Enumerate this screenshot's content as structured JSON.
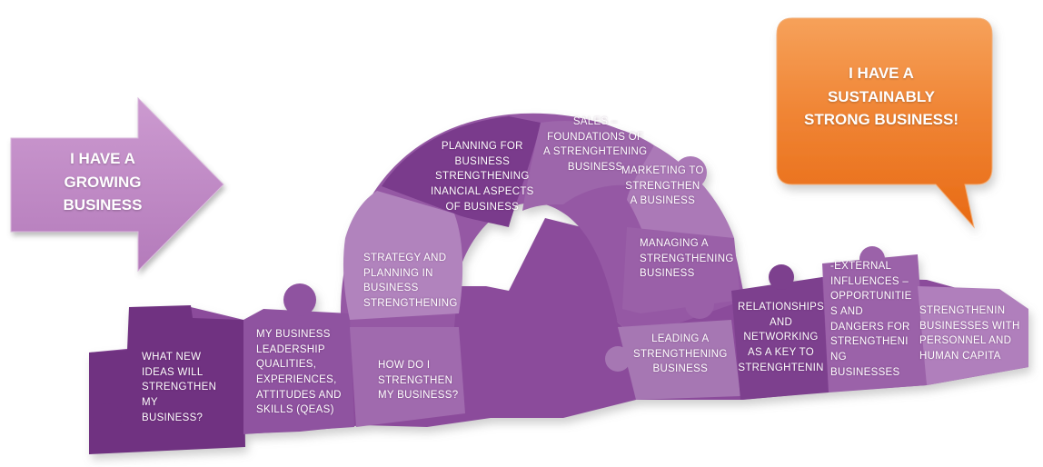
{
  "arrow": {
    "label": "I HAVE A\nGROWING\nBUSINESS"
  },
  "callout": {
    "label": "I HAVE A\nSUSTAINABLY\nSTRONG BUSINESS!"
  },
  "pieces": [
    {
      "id": "what-new-ideas",
      "label": "WHAT NEW\nIDEAS WILL\nSTRENGTHEN\nMY\nBUSINESS?"
    },
    {
      "id": "leadership-qeas",
      "label": "MY BUSINESS\nLEADERSHIP\nQUALITIES,\nEXPERIENCES,\nATTITUDES AND\nSKILLS (QEAS)"
    },
    {
      "id": "how-do-i",
      "label": "HOW DO I\nSTRENGTHEN\nMY BUSINESS?"
    },
    {
      "id": "strategy-planning",
      "label": "STRATEGY AND\nPLANNING IN\nBUSINESS\nSTRENGTHENING"
    },
    {
      "id": "planning-financial",
      "label": "PLANNING FOR\nBUSINESS\nSTRENGTHENING\nINANCIAL ASPECTS\nOF BUSINESS"
    },
    {
      "id": "sales",
      "label": "SALES –\nFOUNDATIONS OF\nA STRENGHTENING\nBUSINESS"
    },
    {
      "id": "marketing",
      "label": "MARKETING TO\nSTRENGTHEN\nA BUSINESS"
    },
    {
      "id": "managing",
      "label": "MANAGING  A\nSTRENGTHENING\nBUSINESS"
    },
    {
      "id": "leading",
      "label": "LEADING A\nSTRENGTHENING\nBUSINESS"
    },
    {
      "id": "relationships",
      "label": "RELATIONSHIPS\nAND\nNETWORKING\nAS A KEY TO\nSTRENGHTENIN"
    },
    {
      "id": "external-influences",
      "label": "-EXTERNAL\nINFLUENCES –\nOPPORTUNITIE\nS AND\nDANGERS FOR\nSTRENGTHENI\nNG\nBUSINESSES"
    },
    {
      "id": "personnel",
      "label": "STRENGTHENIN\nBUSINESSES WITH\nPERSONNEL AND\nHUMAN CAPITA"
    }
  ],
  "colors": {
    "arrow_fill": "#bf88c4",
    "arrow_text": "#ffffff",
    "callout_fill": "#ee7a2a",
    "callout_highlight": "#f6a15a",
    "puzzle_dark": "#7d3f8e",
    "puzzle_mid": "#9559a4",
    "puzzle_light": "#b98bc3",
    "label_text": "#ffffff"
  }
}
